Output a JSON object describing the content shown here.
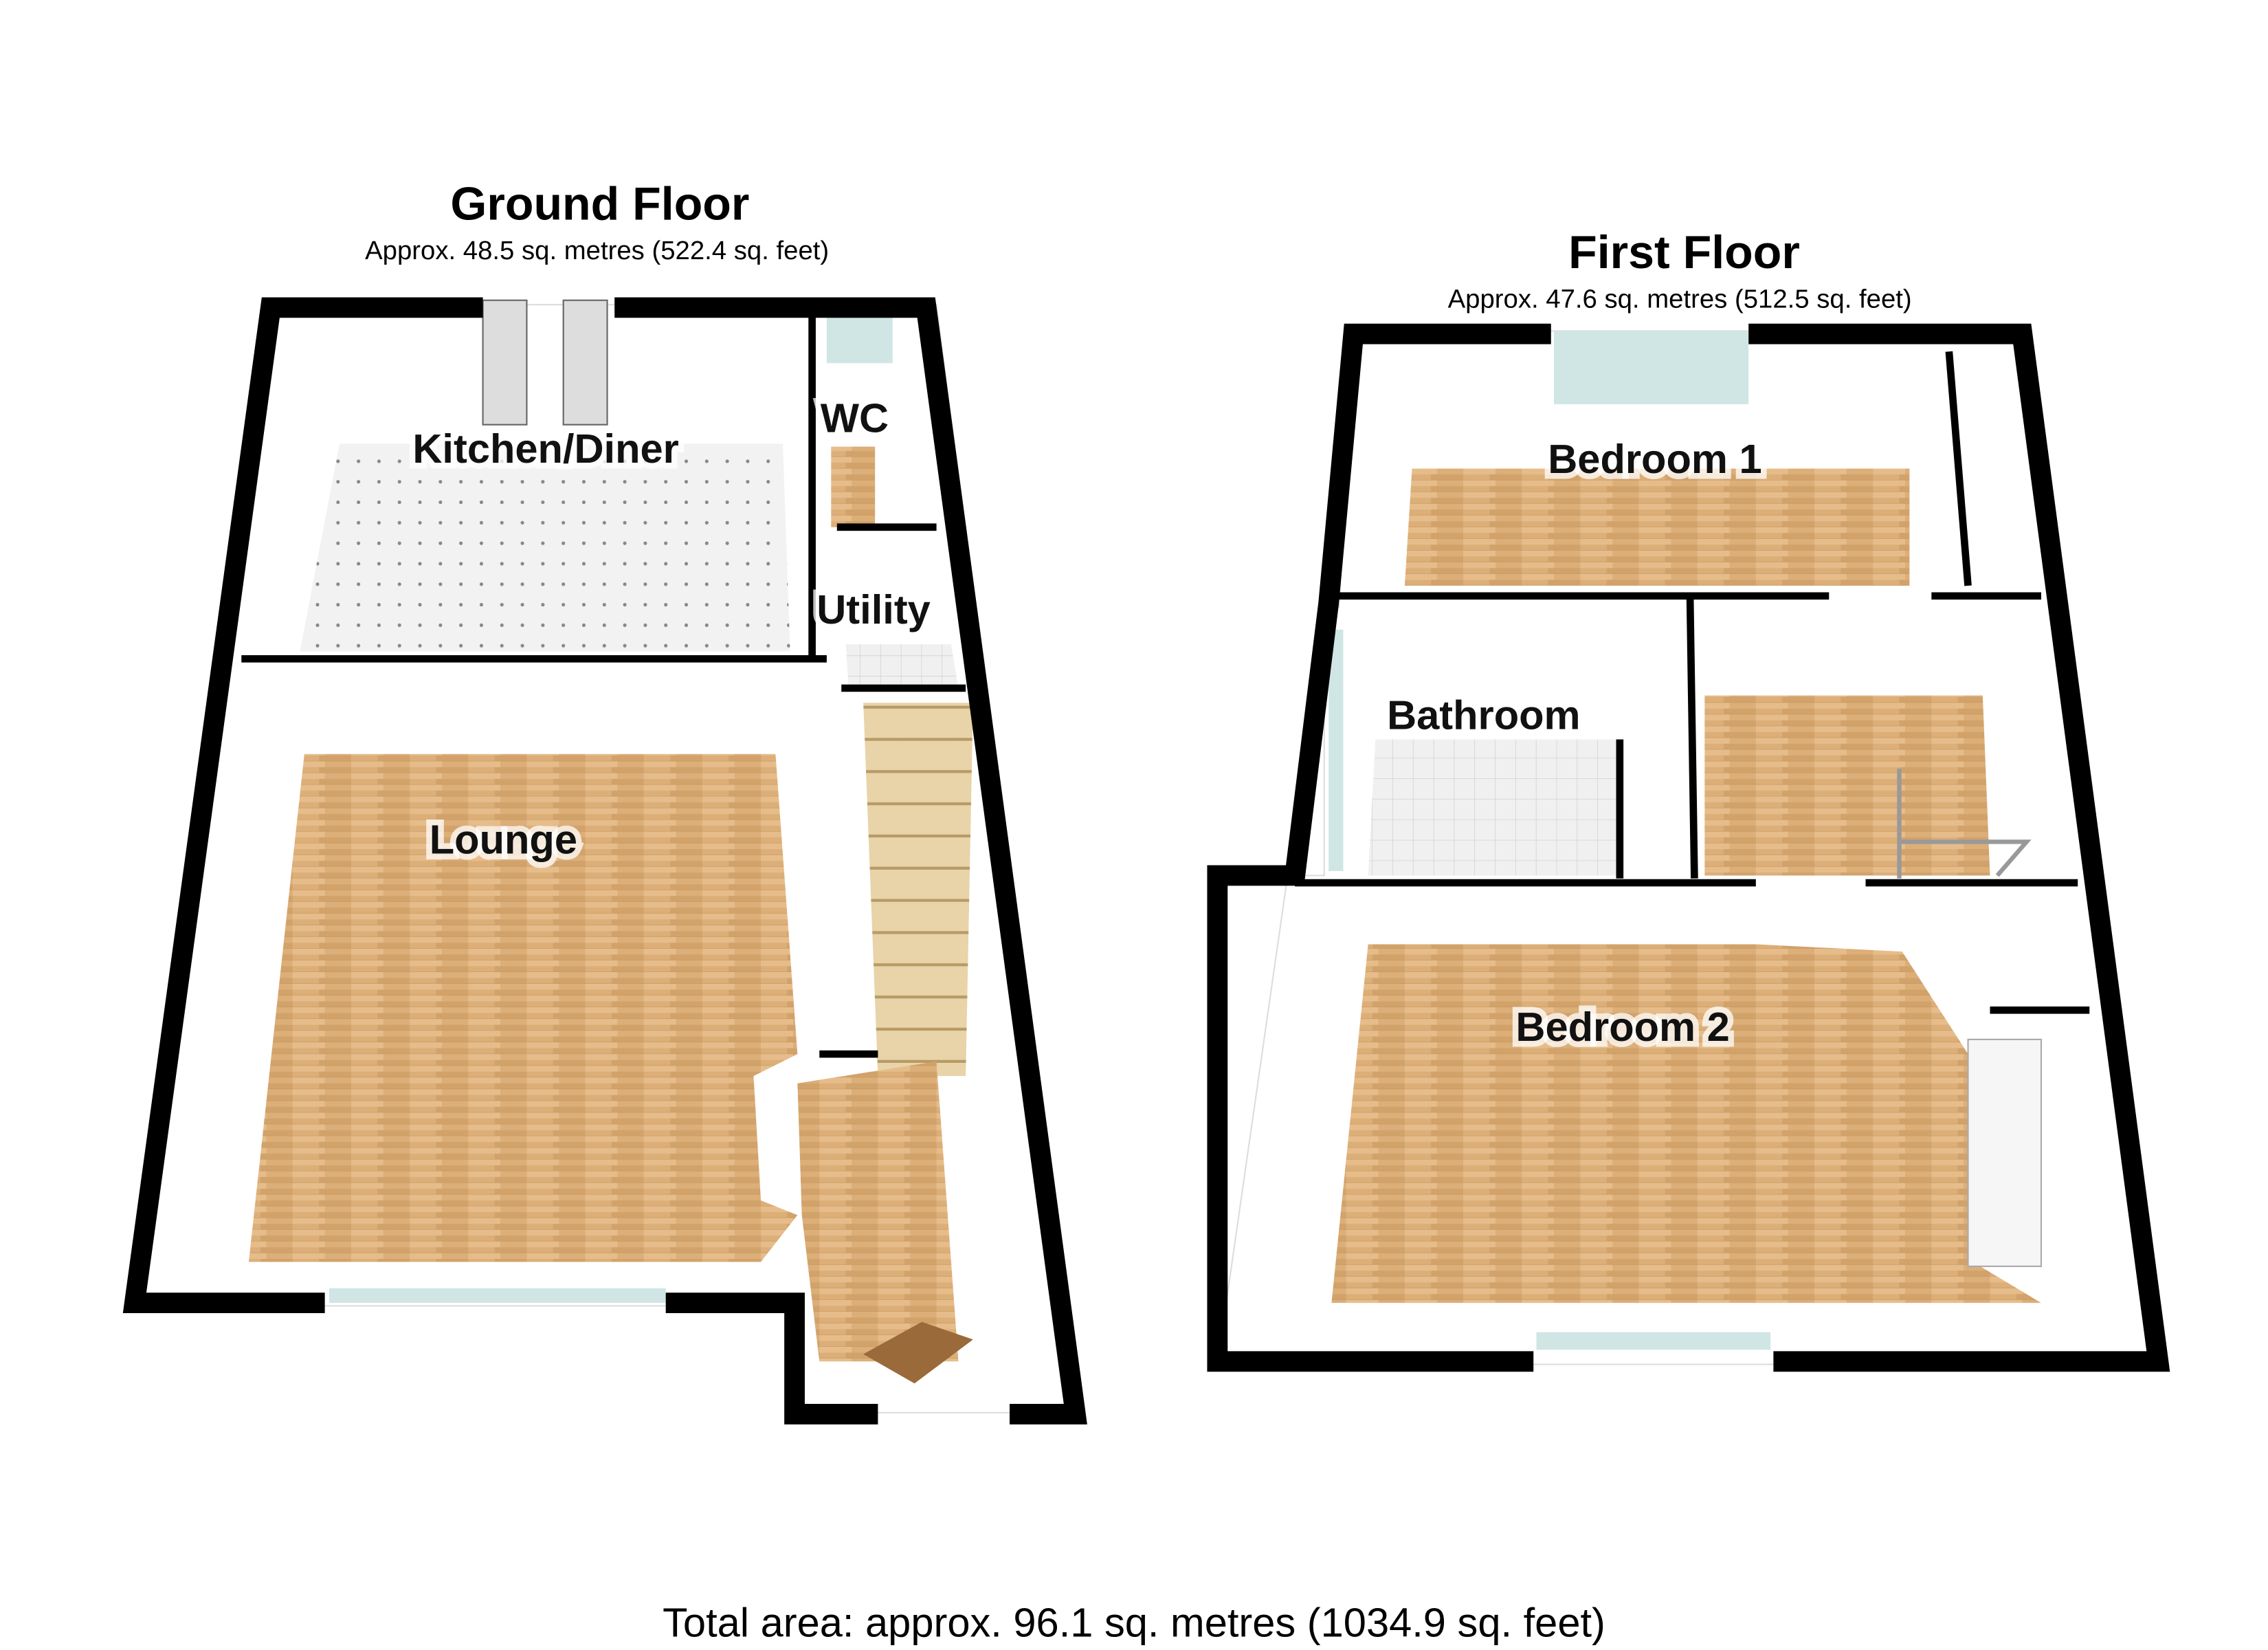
{
  "ground_floor": {
    "title": "Ground Floor",
    "area": "Approx. 48.5 sq. metres (522.4 sq. feet)",
    "rooms": {
      "kitchen": "Kitchen/Diner",
      "wc": "WC",
      "utility": "Utility",
      "lounge": "Lounge"
    }
  },
  "first_floor": {
    "title": "First Floor",
    "area": "Approx. 47.6 sq. metres (512.5 sq. feet)",
    "rooms": {
      "bedroom1": "Bedroom 1",
      "bathroom": "Bathroom",
      "bedroom2": "Bedroom 2"
    }
  },
  "total_area": "Total area: approx. 96.1 sq. metres (1034.9 sq. feet)",
  "colors": {
    "wall": "#000000",
    "wood_floor": "#dcae78",
    "tile_floor": "#eeeeee",
    "window": "#cfe6e4"
  }
}
